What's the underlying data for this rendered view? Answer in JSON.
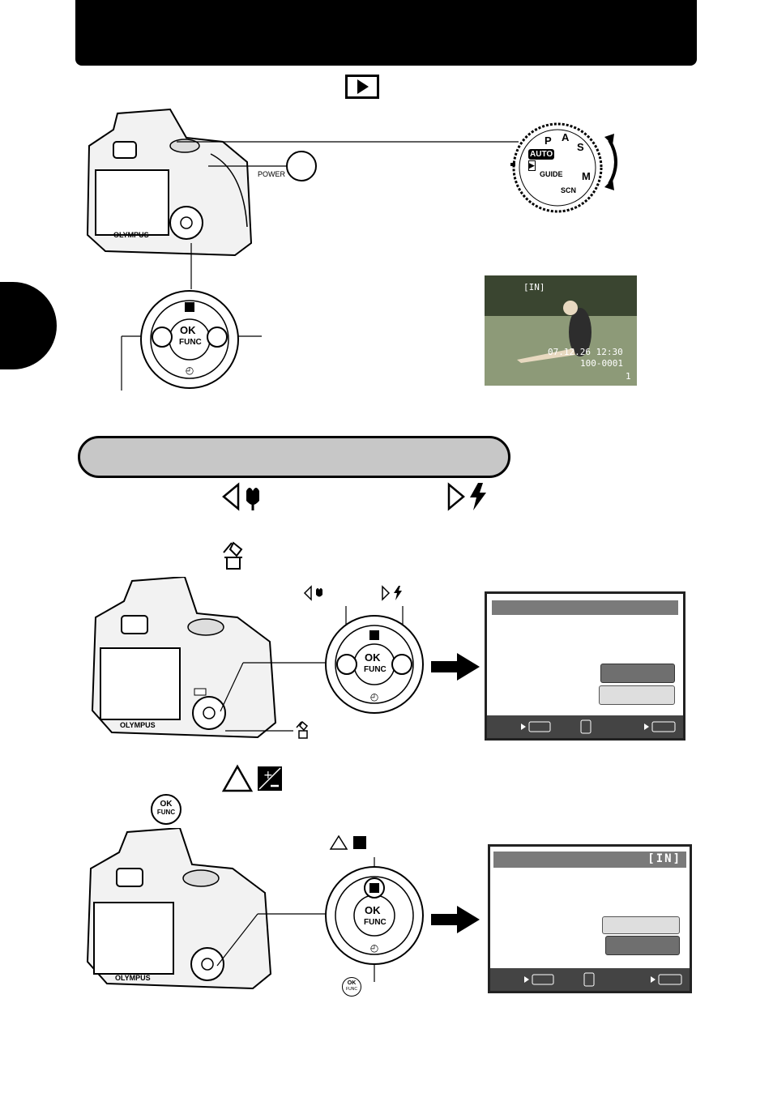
{
  "page": {
    "title_bar_color": "#000000",
    "section_pill_color": "#c7c7c7"
  },
  "camera": {
    "power_label": "POWER",
    "brand": "OLYMPUS"
  },
  "mode_dial": {
    "labels": [
      "P",
      "A",
      "S",
      "M",
      "AUTO",
      "GUIDE",
      "SCN",
      "▶"
    ]
  },
  "dpad": {
    "ok": "OK",
    "func": "FUNC"
  },
  "photo_overlay": {
    "memory": "[IN]",
    "datetime": "07.12.26  12:30",
    "file_no": "100-0001",
    "frame": "1"
  },
  "lcd_bottom": {
    "header": "[IN]"
  },
  "icons": {
    "playback": "playback-icon",
    "left_macro": "left-macro-icon",
    "right_flash": "right-flash-icon",
    "erase": "erase-icon",
    "up_exposure": "up-exposure-icon",
    "ok_func": "ok-func-button-icon",
    "arrow": "right-arrow-icon"
  }
}
